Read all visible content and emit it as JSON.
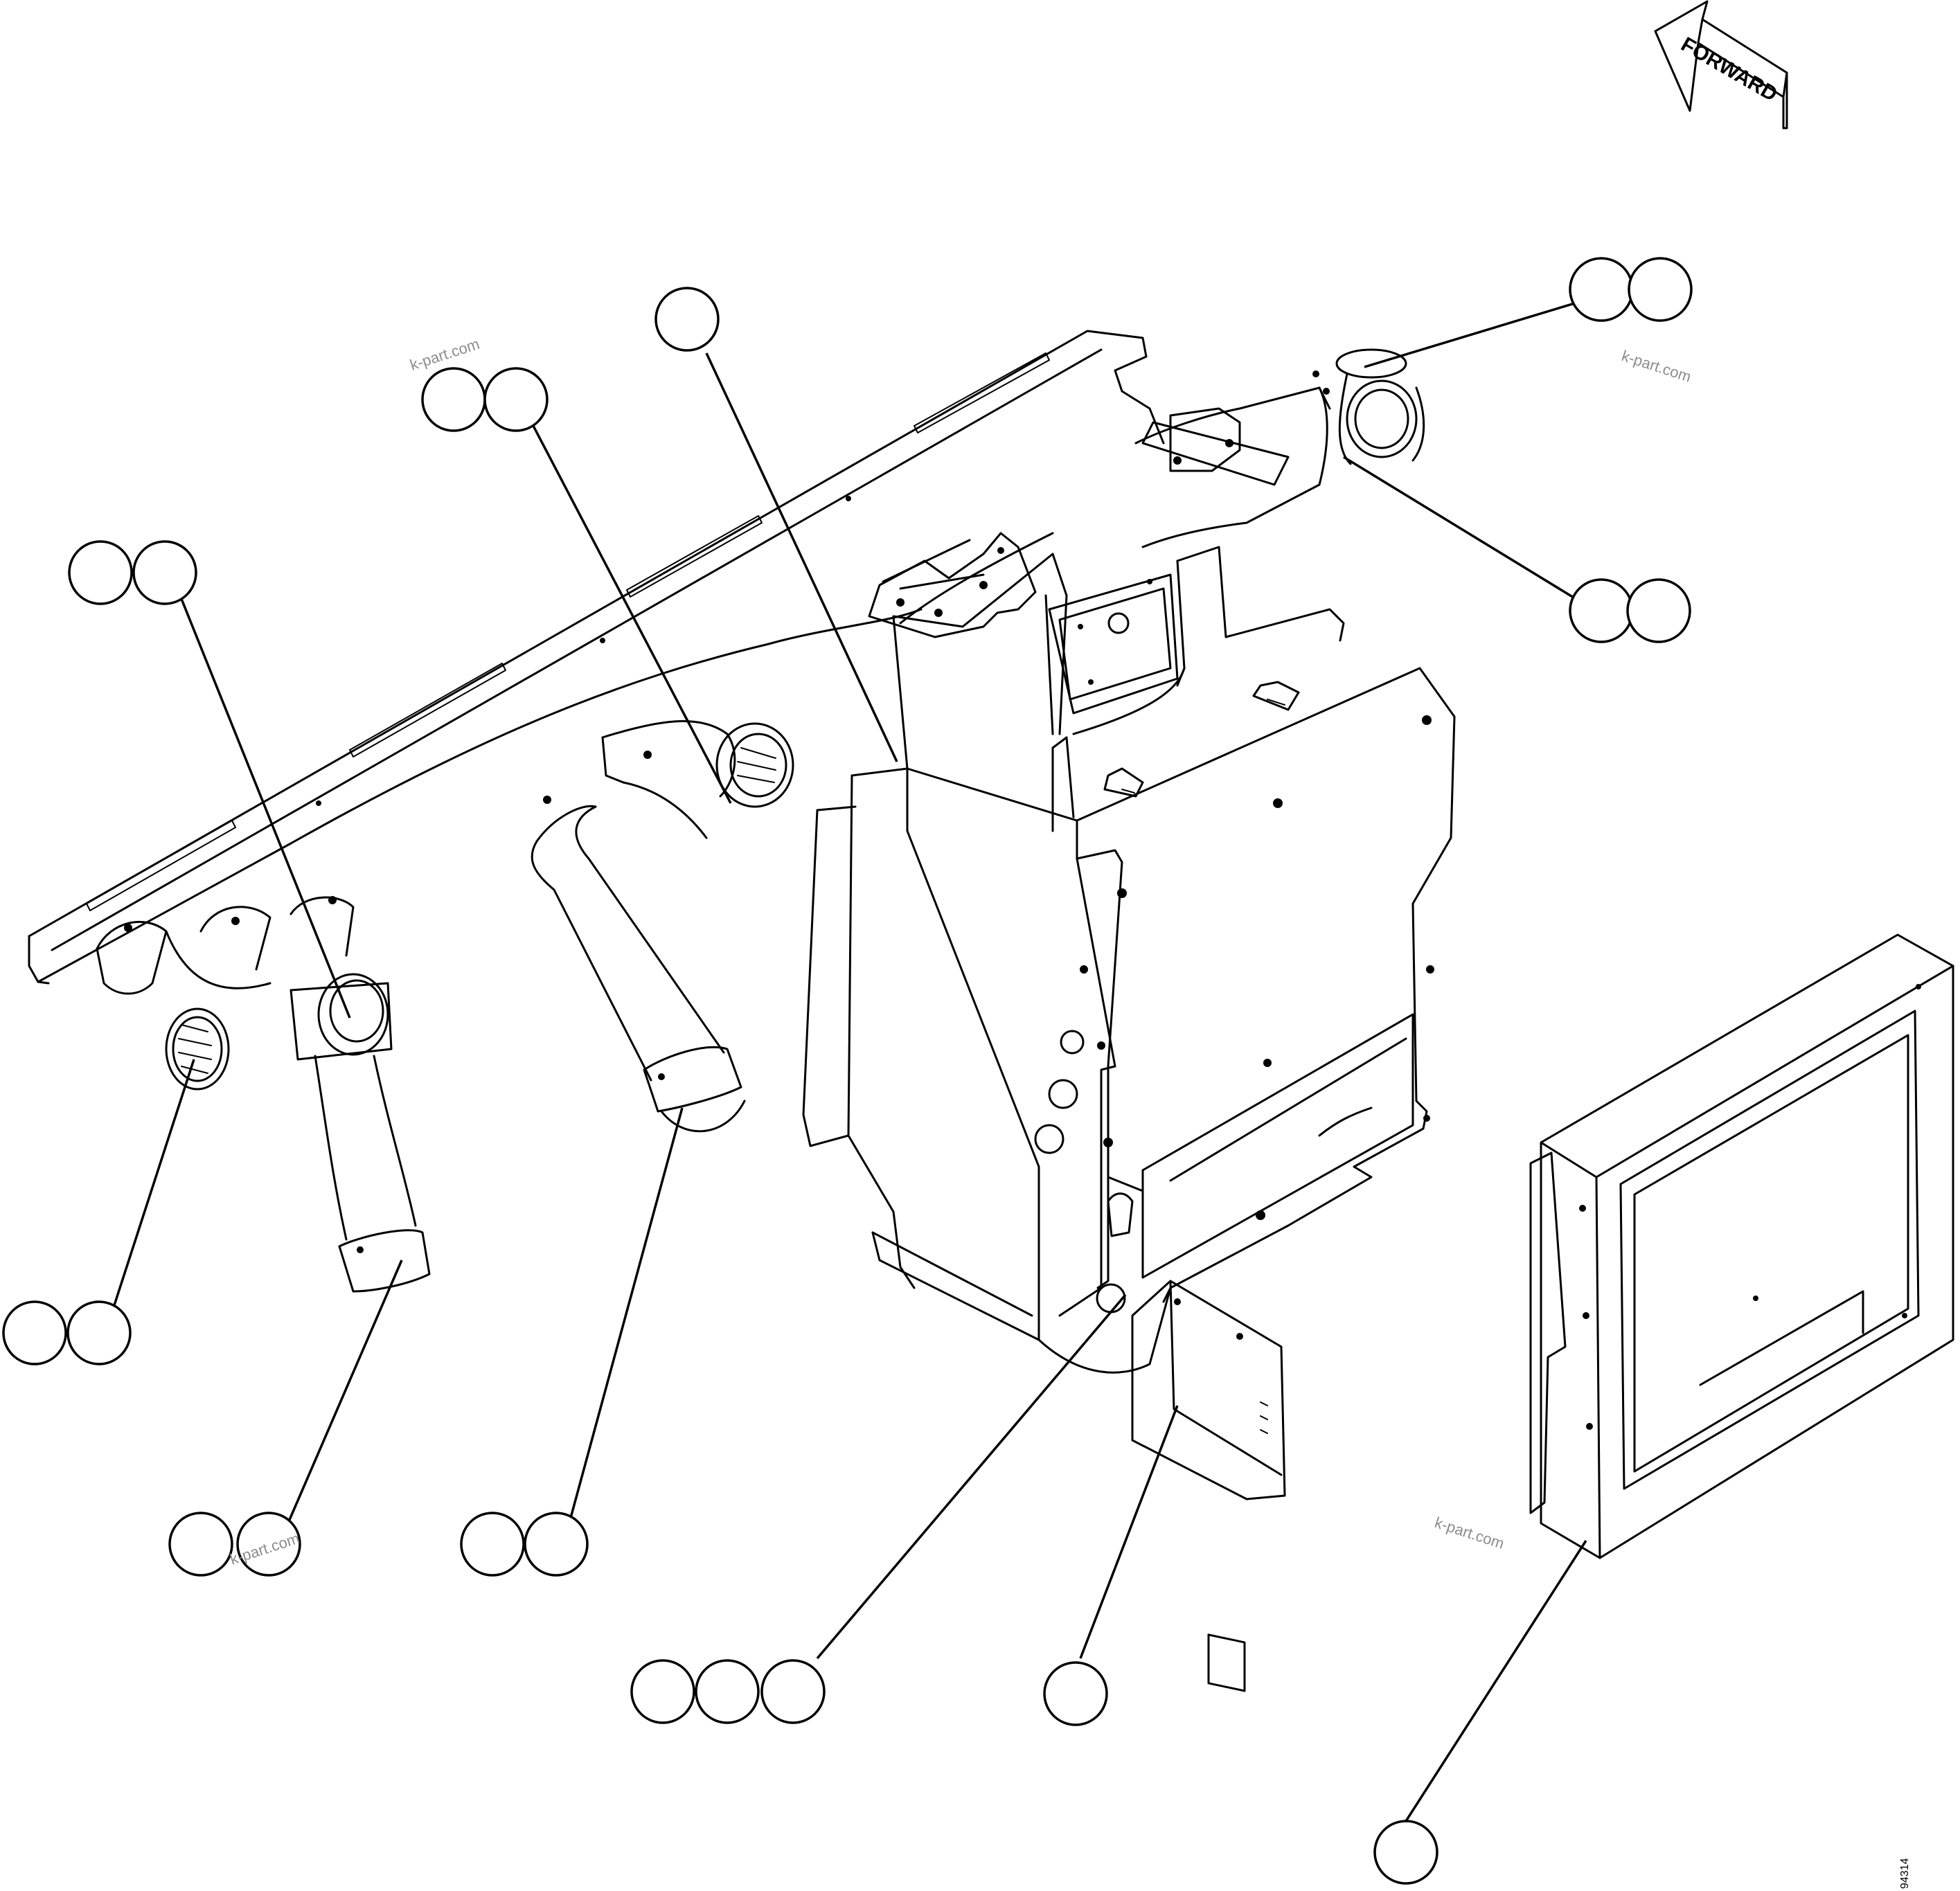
{
  "diagram": {
    "direction_label": "FORWARD",
    "figure_number": "94314",
    "watermarks": [
      "k-part.com",
      "k-part.com",
      "k-part.com",
      "k-part.com"
    ],
    "callouts": [
      {
        "name": "callout-top-center",
        "bubbles": 1
      },
      {
        "name": "callout-duct-outlet-upper",
        "bubbles": 2
      },
      {
        "name": "callout-left-outlet",
        "bubbles": 2
      },
      {
        "name": "callout-right-outlet-upper",
        "bubbles": 2
      },
      {
        "name": "callout-right-outlet-lower",
        "bubbles": 2
      },
      {
        "name": "callout-left-vent",
        "bubbles": 2
      },
      {
        "name": "callout-lower-hose-clamp",
        "bubbles": 2
      },
      {
        "name": "callout-center-hose",
        "bubbles": 2
      },
      {
        "name": "callout-blower-connector",
        "bubbles": 3
      },
      {
        "name": "callout-control-module",
        "bubbles": 1
      },
      {
        "name": "callout-filter-frame",
        "bubbles": 1
      }
    ]
  }
}
